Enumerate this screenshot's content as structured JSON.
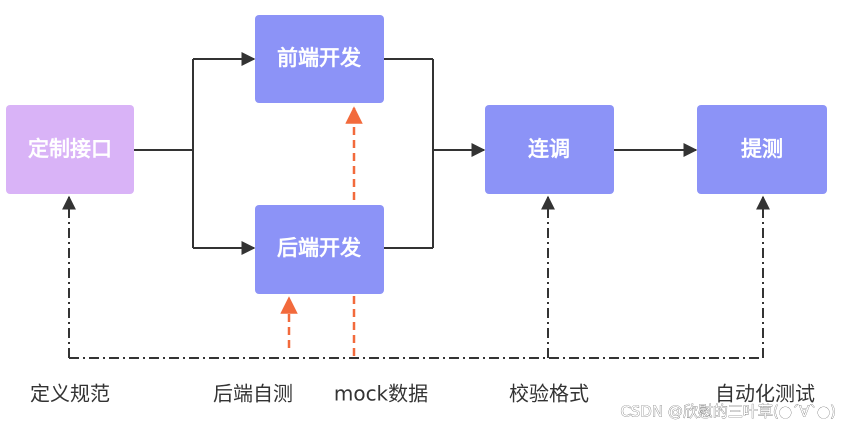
{
  "colors": {
    "node_primary": "#8C93F7",
    "node_start": "#D9B3F7",
    "solid_line": "#333333",
    "dashed_line": "#333333",
    "mock_arrow": "#F26A3C"
  },
  "nodes": {
    "define_interface": "定制接口",
    "frontend_dev": "前端开发",
    "backend_dev": "后端开发",
    "integration": "连调",
    "submit_test": "提测"
  },
  "captions": {
    "define_spec": "定义规范",
    "backend_self_test": "后端自测",
    "mock_data": "mock数据",
    "validate_format": "校验格式",
    "auto_test": "自动化测试"
  },
  "watermark": "CSDN @欣慰的三叶草(●´∀`●)"
}
